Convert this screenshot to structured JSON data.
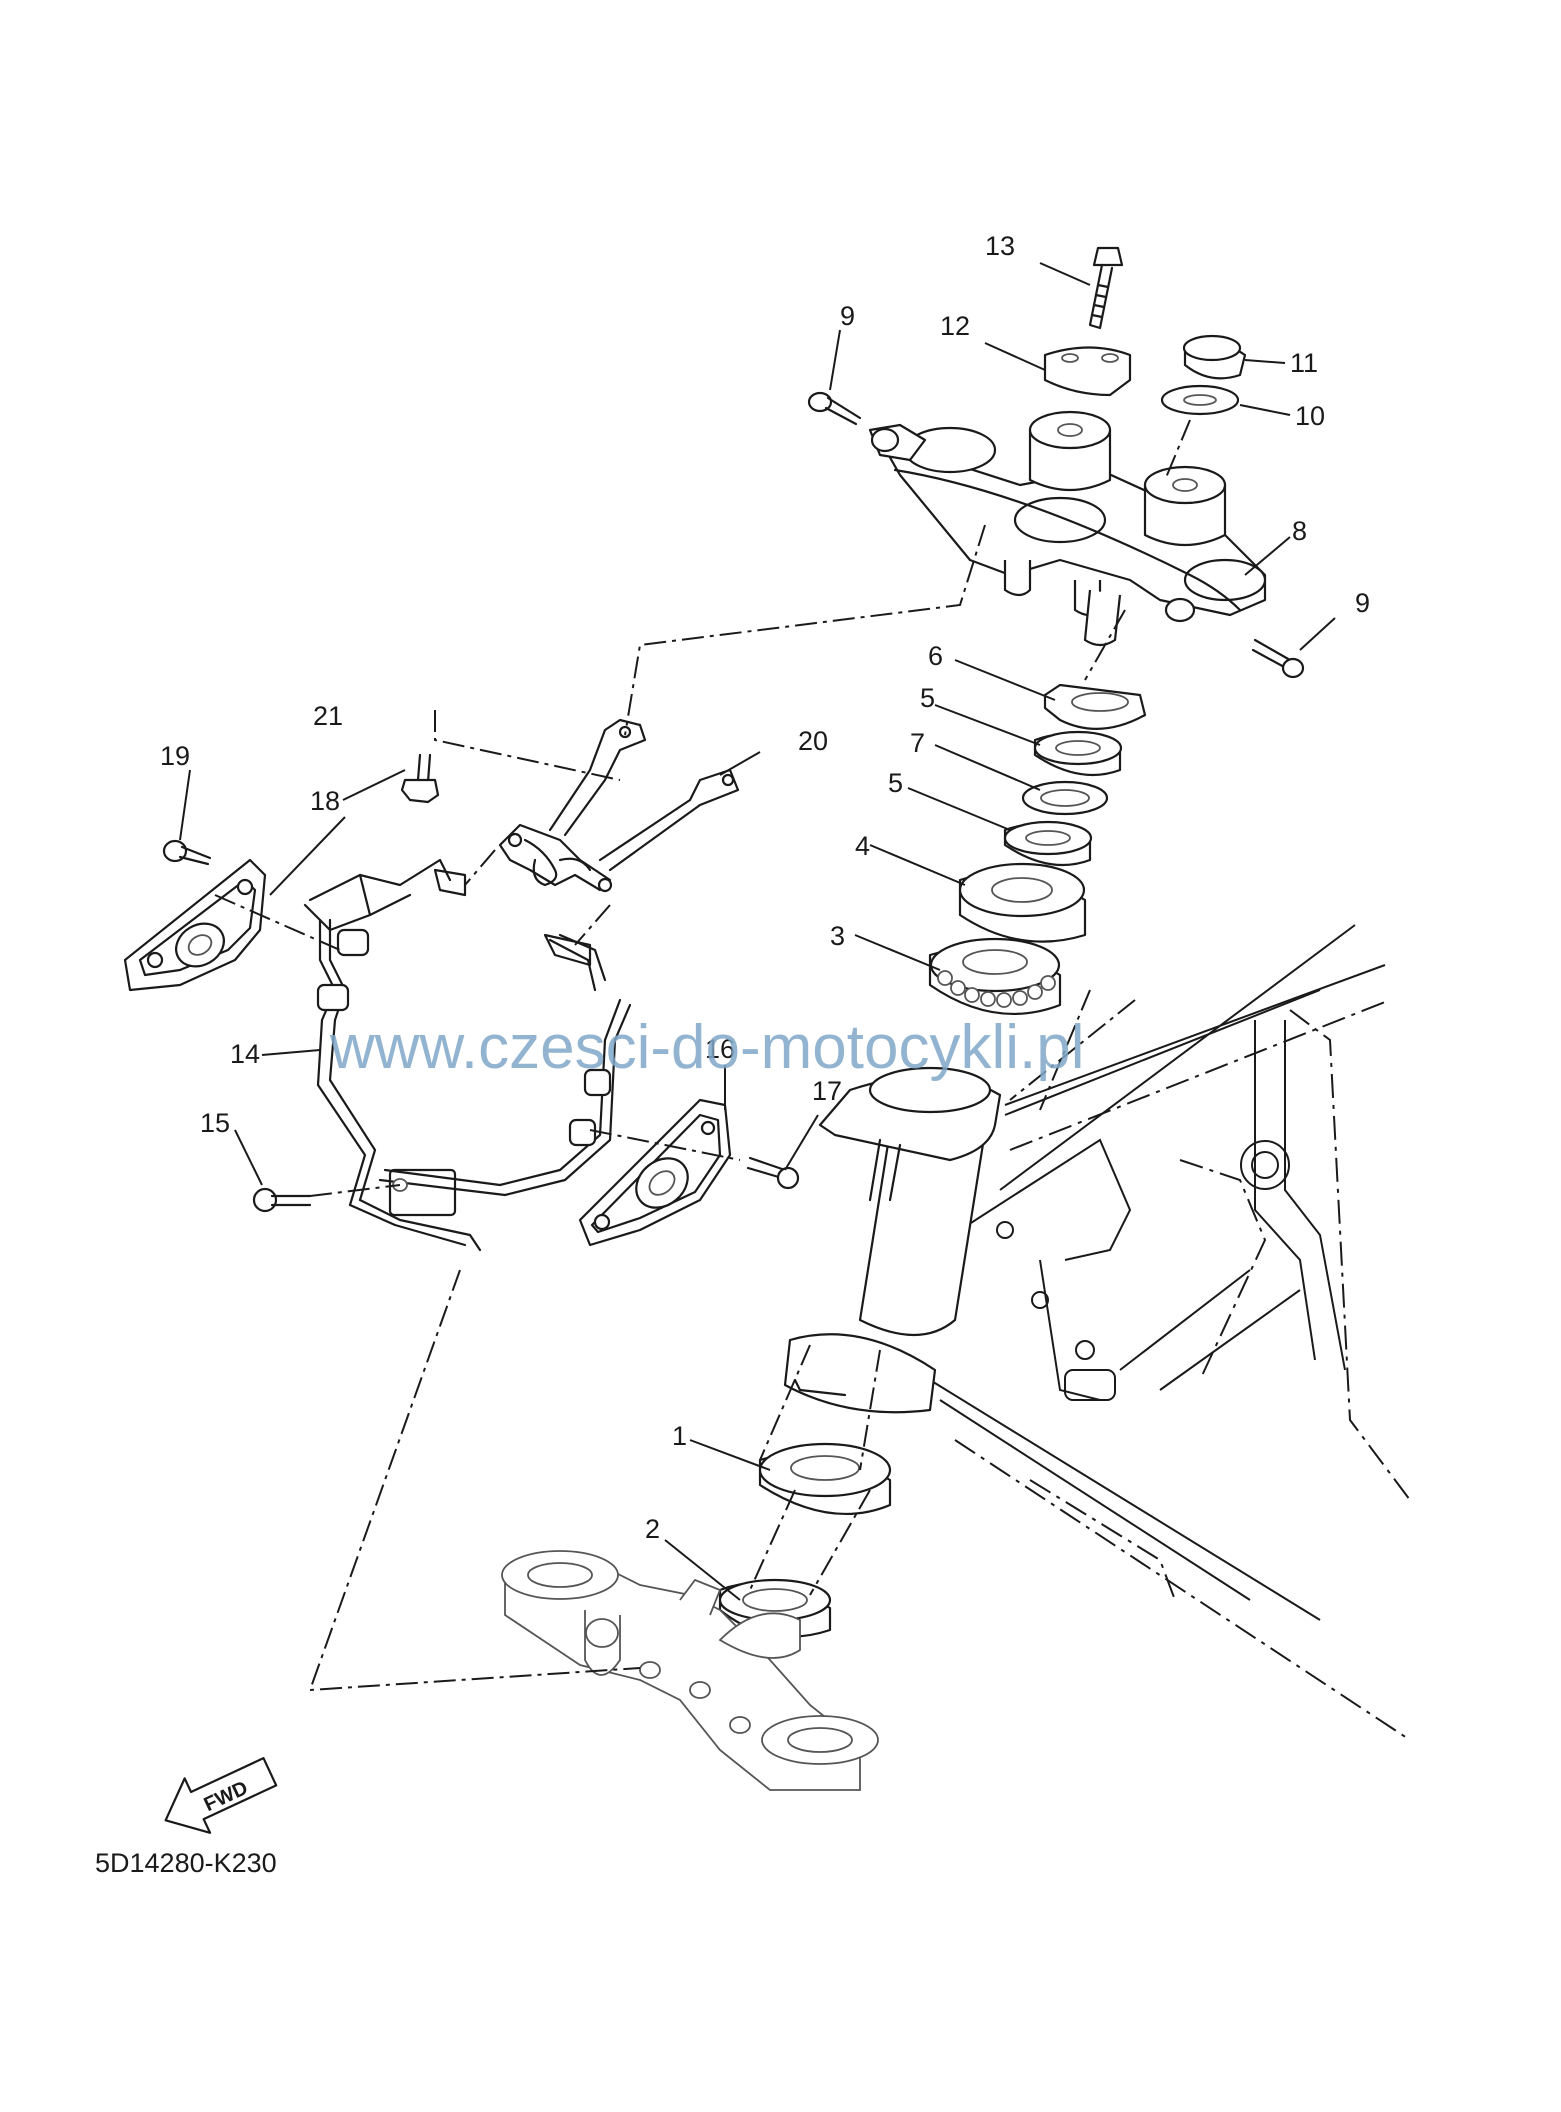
{
  "watermark": "www.czesci-do-motocykli.pl",
  "diagram_code": "5D14280-K230",
  "fwd_label": "FWD",
  "callouts": {
    "c1": "1",
    "c2": "2",
    "c3": "3",
    "c4": "4",
    "c5a": "5",
    "c5b": "5",
    "c6": "6",
    "c7": "7",
    "c8": "8",
    "c9a": "9",
    "c9b": "9",
    "c10": "10",
    "c11": "11",
    "c12": "12",
    "c13": "13",
    "c14": "14",
    "c15": "15",
    "c16": "16",
    "c17": "17",
    "c18": "18",
    "c19": "19",
    "c20": "20",
    "c21": "21"
  }
}
